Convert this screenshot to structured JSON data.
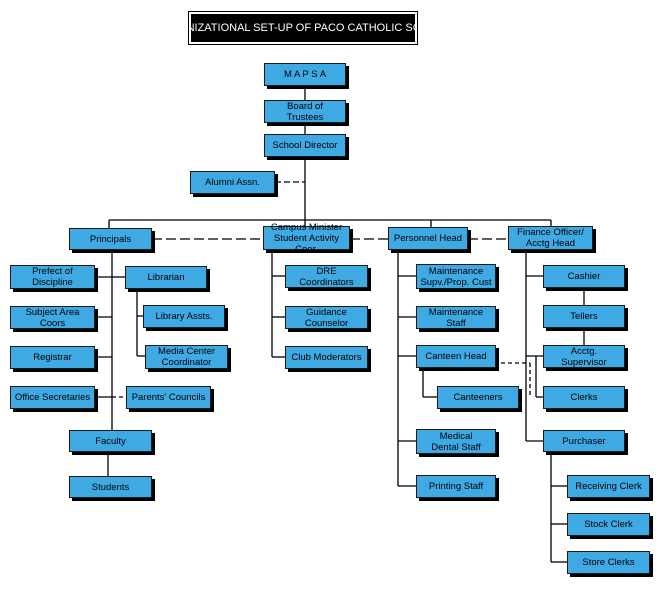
{
  "title": "ORGANIZATIONAL SET-UP OF PACO CATHOLIC SCHOOL",
  "colors": {
    "box_fill": "#3fa9e4",
    "box_border": "#1a1a1a",
    "line": "#000000"
  },
  "nodes": {
    "mapsa": "M A P S A",
    "board": "Board of Trustees",
    "director": "School Director",
    "alumni": "Alumni Assn.",
    "principals": "Principals",
    "campus_minister": "Campus Minister\nStudent Activity Coor.",
    "personnel_head": "Personnel Head",
    "finance_officer": "Finance Officer/\nAcctg Head",
    "prefect": "Prefect of Discipline",
    "librarian": "Librarian",
    "subject_area": "Subject Area Coors",
    "library_assts": "Library Assts.",
    "registrar": "Registrar",
    "media_center": "Media Center\nCoordinator",
    "office_secretaries": "Office Secretaries",
    "parents_councils": "Parents' Councils",
    "faculty": "Faculty",
    "students": "Students",
    "dre": "DRE Coordinators",
    "guidance": "Guidance Counselor",
    "club": "Club Moderators",
    "maintenance_supv": "Maintenance\nSupv./Prop. Cust",
    "maintenance_staff": "Maintenance Staff",
    "canteen_head": "Canteen Head",
    "canteeners": "Canteeners",
    "medical": "Medical\nDental Staff",
    "printing": "Printing Staff",
    "cashier": "Cashier",
    "tellers": "Tellers",
    "acctg_supervisor": "Acctg. Supervisor",
    "clerks": "Clerks",
    "purchaser": "Purchaser",
    "receiving_clerk": "Receiving Clerk",
    "stock_clerk": "Stock Clerk",
    "store_clerks": "Store Clerks"
  }
}
